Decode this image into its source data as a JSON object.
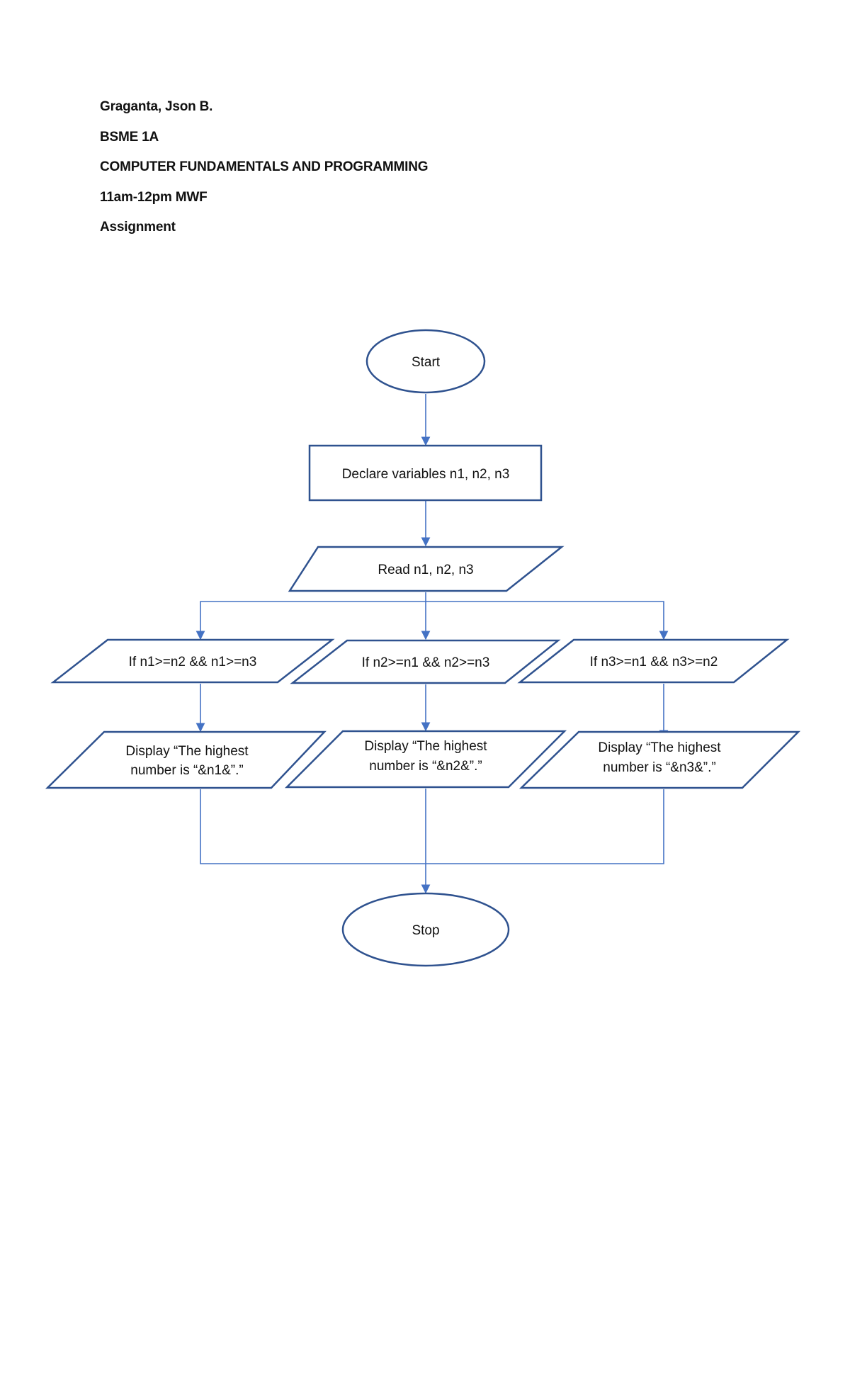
{
  "header": {
    "name": "Graganta, Json B.",
    "section": "BSME 1A",
    "course": "COMPUTER FUNDAMENTALS AND PROGRAMMING",
    "schedule": "11am-12pm MWF",
    "type": "Assignment"
  },
  "colors": {
    "shape_stroke": "#2f528f",
    "connector": "#4472c4"
  },
  "flowchart": {
    "start": "Start",
    "declare": "Declare variables n1, n2, n3",
    "read": "Read n1, n2, n3",
    "cond1": "If n1>=n2 && n1>=n3",
    "cond2": "If n2>=n1 && n2>=n3",
    "cond3": "If n3>=n1 && n3>=n2",
    "out1_line1": "Display “The highest",
    "out1_line2": "number is “&n1&”.”",
    "out2_line1": "Display “The highest",
    "out2_line2": "number is “&n2&”.”",
    "out3_line1": "Display “The highest",
    "out3_line2": "number is “&n3&”.”",
    "stop": "Stop"
  }
}
